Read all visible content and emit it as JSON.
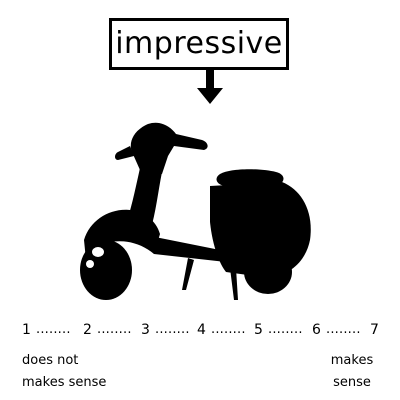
{
  "stimulus": {
    "word": "impressive",
    "image_icon": "scooter-silhouette-icon",
    "arrow_icon": "arrow-down-icon"
  },
  "scale": {
    "points": [
      "1",
      "2",
      "3",
      "4",
      "5",
      "6",
      "7"
    ],
    "separator": "........",
    "left_anchor_line1": "does not",
    "left_anchor_line2": "makes sense",
    "right_anchor_line1": "makes",
    "right_anchor_line2": "sense"
  },
  "colors": {
    "ink": "#000000",
    "background": "#ffffff"
  }
}
